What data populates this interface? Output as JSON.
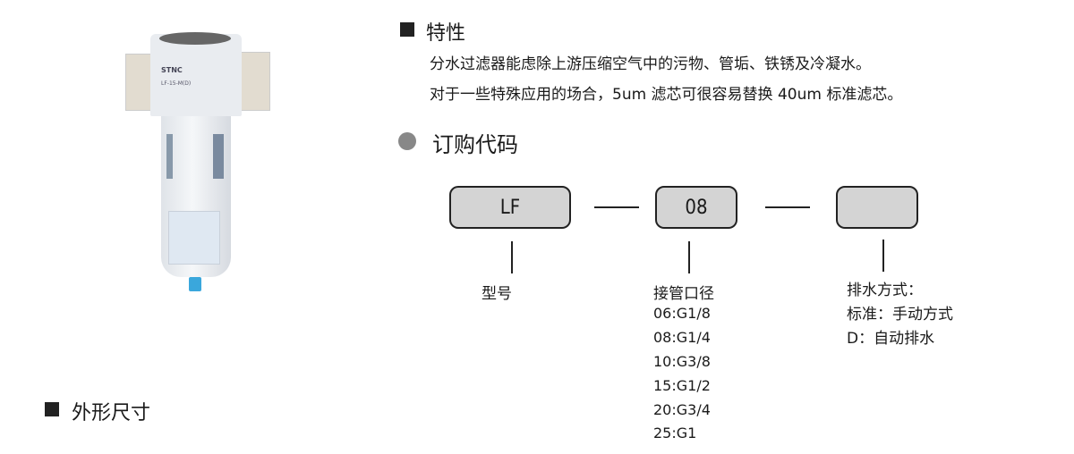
{
  "features": {
    "heading": "特性",
    "lines": [
      "分水过滤器能虑除上游压缩空气中的污物、管垢、铁锈及冷凝水。",
      "对于一些特殊应用的场合，5um 滤芯可很容易替换 40um 标准滤芯。"
    ]
  },
  "order_code": {
    "heading": "订购代码",
    "boxes": [
      "LF",
      "08",
      ""
    ],
    "model_label": "型号",
    "port": {
      "label": "接管口径",
      "options": [
        "06:G1/8",
        "08:G1/4",
        "10:G3/8",
        "15:G1/2",
        "20:G3/4",
        "25:G1"
      ]
    },
    "drain": {
      "label": "排水方式：",
      "options": [
        "标准：手动方式",
        "D：自动排水"
      ]
    }
  },
  "dimensions": {
    "heading": "外形尺寸"
  },
  "product": {
    "brand": "STNC",
    "model": "LF-15-M(D)"
  }
}
